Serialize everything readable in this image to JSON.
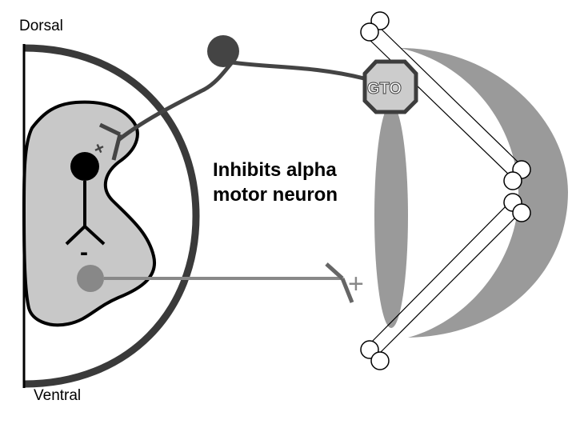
{
  "labels": {
    "dorsal": "Dorsal",
    "ventral": "Ventral",
    "gto": "GTO",
    "inhibits_line1": "Inhibits alpha",
    "inhibits_line2": "motor neuron"
  },
  "signs": {
    "excitatory_synapse": "+",
    "inhibitory_synapse": "-",
    "muscle_synapse": "+"
  },
  "colors": {
    "spinal_cord_outline": "#3a3a3a",
    "gray_matter_fill": "#c8c8c8",
    "sensory_neuron": "#444444",
    "interneuron": "#000000",
    "motor_neuron": "#888888",
    "muscle": "#9a9a9a",
    "tendon_line": "#000000"
  }
}
